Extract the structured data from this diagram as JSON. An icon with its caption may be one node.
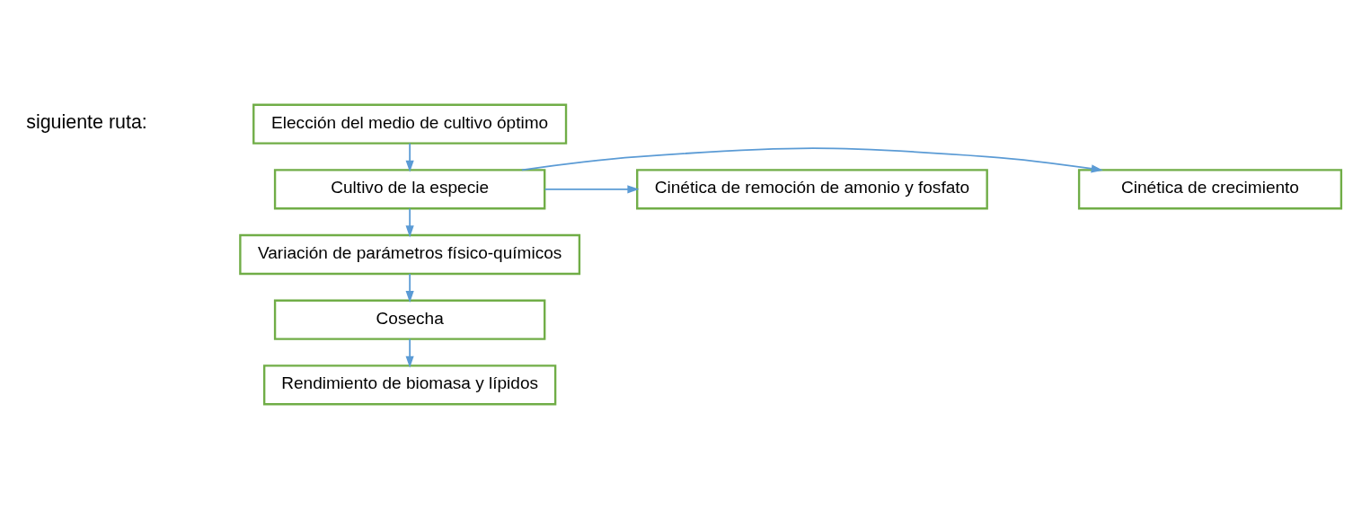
{
  "diagram": {
    "nodes": [
      {
        "text": [
          "Elección del medio de cultivo óptimo"
        ]
      },
      {
        "text": [
          "Cinética de crecimiento"
        ]
      },
      {
        "text": [
          "Cultivo de la especie"
        ]
      },
      {
        "text": [
          "Cinética de remoción de amonio y fosfato"
        ]
      },
      {
        "text": [
          "Variación de parámetros físico-químicos"
        ]
      },
      {
        "text": [
          "Cosecha"
        ]
      },
      {
        "text": [
          "Rendimiento de biomasa y lípidos"
        ]
      }
    ],
    "edges": [
      {
        "from": 0,
        "to": 2,
        "arrow": "to"
      },
      {
        "from": 2,
        "to": 1,
        "arrow": "to"
      },
      {
        "from": 2,
        "to": 3,
        "arrow": "to"
      },
      {
        "from": 2,
        "to": 4,
        "arrow": "to"
      },
      {
        "from": 4,
        "to": 5,
        "arrow": "to"
      },
      {
        "from": 5,
        "to": 6,
        "arrow": "to"
      }
    ],
    "labels": [
      "siguiente ruta:"
    ]
  }
}
